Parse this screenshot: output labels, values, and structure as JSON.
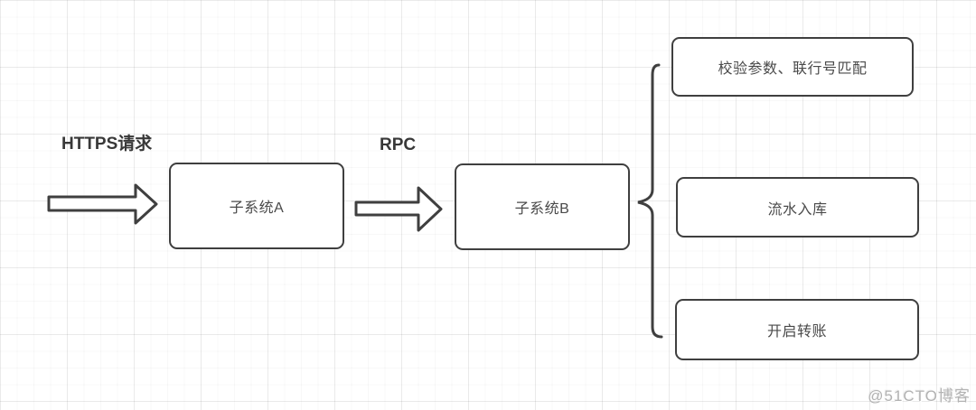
{
  "diagram": {
    "flow_labels": {
      "https": "HTTPS请求",
      "rpc": "RPC"
    },
    "nodes": {
      "subsystem_a": "子系统A",
      "subsystem_b": "子系统B"
    },
    "tasks": [
      {
        "label": "校验参数、联行号匹配"
      },
      {
        "label": "流水入库"
      },
      {
        "label": "开启转账"
      }
    ],
    "watermark": "@51CTO博客",
    "colors": {
      "stroke": "#3f3f3f",
      "node_fill": "#ffffff",
      "node_text": "#4a4a4a",
      "flow_label_text": "#383838",
      "watermark_text": "#b3b3b3",
      "background": "#ffffff",
      "grid_minor": "#f6f6f6",
      "grid_major": "#f0f0f0"
    }
  }
}
